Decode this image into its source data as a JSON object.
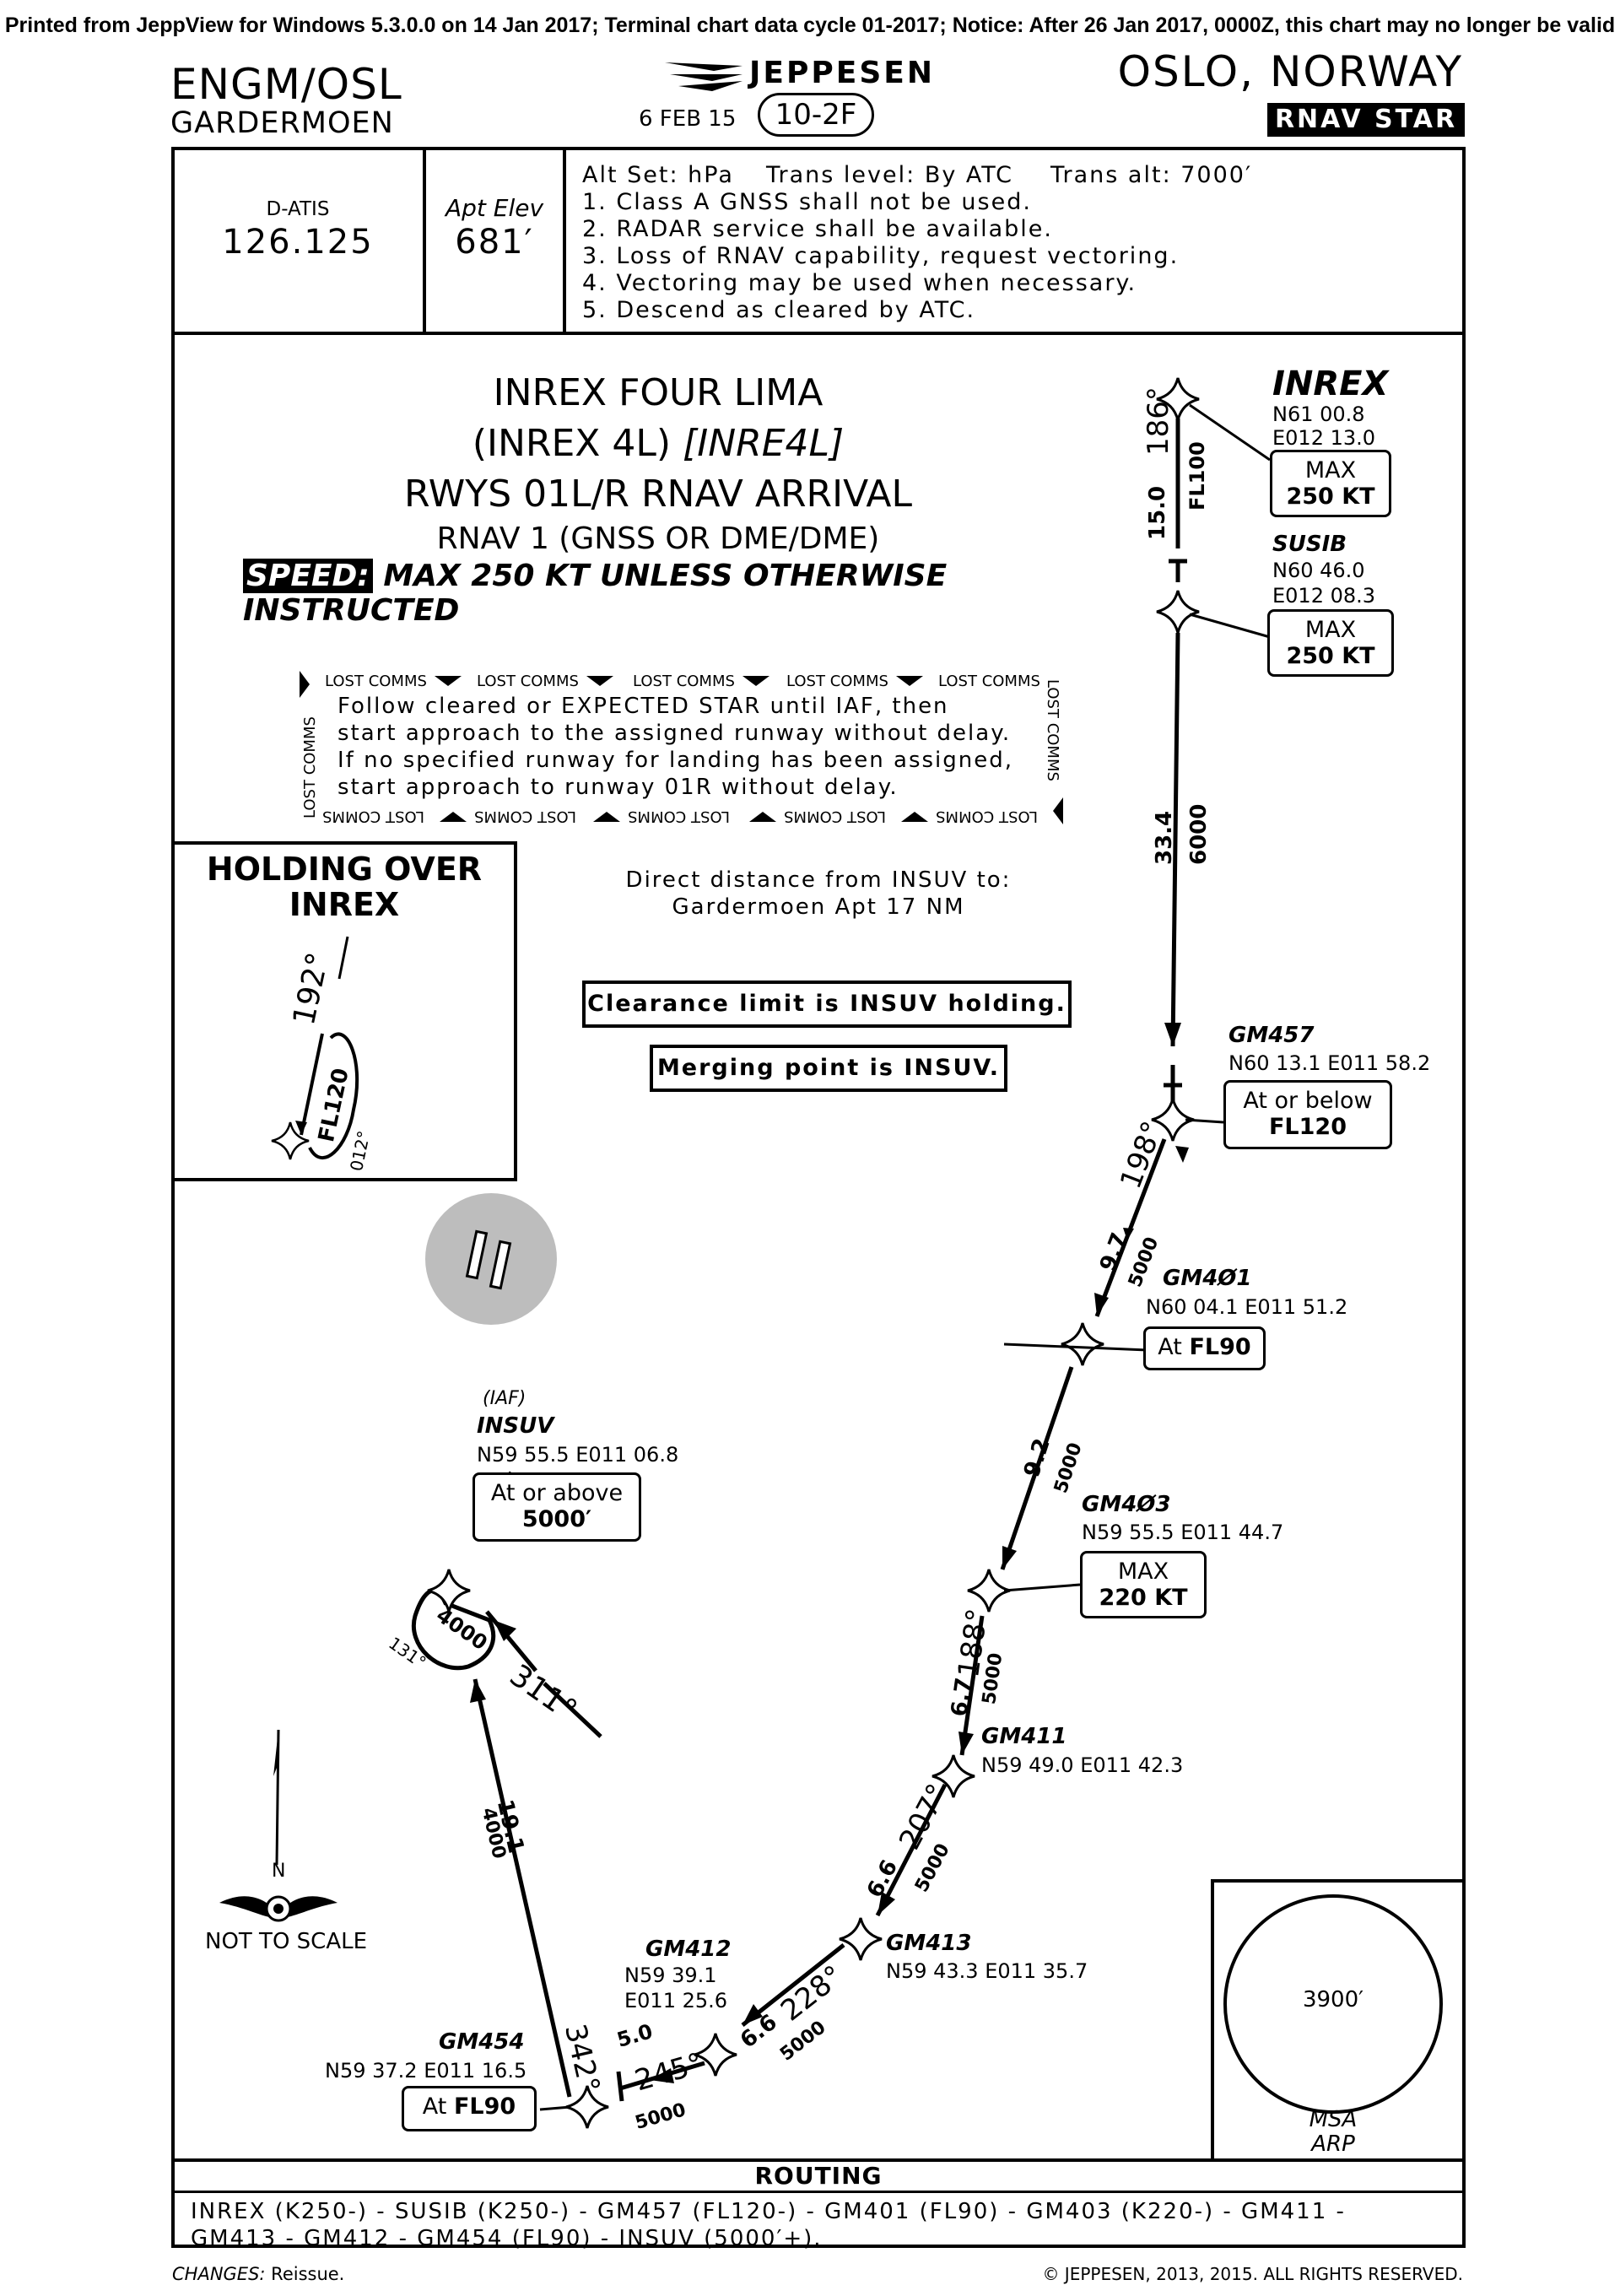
{
  "banner": "Printed from JeppView for Windows 5.3.0.0 on 14 Jan 2017; Terminal chart data cycle 01-2017; Notice: After 26 Jan 2017, 0000Z, this chart may no longer be valid",
  "header": {
    "icao_iata": "ENGM/OSL",
    "airport": "GARDERMOEN",
    "brand": "JEPPESEN",
    "date": "6 FEB 15",
    "chart_no": "10-2F",
    "city": "OSLO, NORWAY",
    "chart_type": "RNAV STAR"
  },
  "info": {
    "atis_label": "D-ATIS",
    "atis_freq": "126.125",
    "elev_label": "Apt Elev",
    "elev_value": "681′",
    "altset": "Alt Set: hPa",
    "translevel": "Trans level: By ATC",
    "transalt": "Trans alt: 7000′",
    "notes": [
      "1. Class A GNSS shall not be used.",
      "2. RADAR service shall be available.",
      "3. Loss of RNAV capability, request vectoring.",
      "4. Vectoring may be used when necessary.",
      "5. Descend as cleared by ATC."
    ]
  },
  "procedure": {
    "name": "INREX FOUR LIMA",
    "short": "(INREX 4L)",
    "code": "[INRE4L]",
    "runways": "RWYS 01L/R RNAV ARRIVAL",
    "nav": "RNAV 1 (GNSS OR DME/DME)",
    "speed_tag": "SPEED:",
    "speed_text": "MAX 250 KT UNLESS OTHERWISE INSTRUCTED"
  },
  "lost_comms": {
    "tag": "LOST COMMS",
    "lines": [
      "Follow cleared or EXPECTED STAR until IAF, then",
      "start approach to the assigned runway without delay.",
      "If no specified runway for landing has been assigned,",
      "start approach to runway 01R without delay."
    ]
  },
  "holding": {
    "title_1": "HOLDING OVER",
    "title_2": "INREX",
    "inbound": "192°",
    "outbound": "012°",
    "level": "FL120"
  },
  "direct": {
    "line1": "Direct distance from INSUV to:",
    "line2": "Gardermoen Apt   17 NM"
  },
  "clearance": "Clearance limit is INSUV holding.",
  "merging": "Merging point is INSUV.",
  "fixes": {
    "inrex": {
      "name": "INREX",
      "lat": "N61 00.8",
      "lon": "E012 13.0",
      "limit_1": "MAX",
      "limit_2": "250 KT"
    },
    "susib": {
      "name": "SUSIB",
      "lat": "N60 46.0",
      "lon": "E012 08.3",
      "limit_1": "MAX",
      "limit_2": "250 KT"
    },
    "gm457": {
      "name": "GM457",
      "coord": "N60 13.1 E011 58.2",
      "limit_1": "At or below",
      "limit_2": "FL120"
    },
    "gm401": {
      "name": "GM4Ø1",
      "coord": "N60 04.1 E011 51.2",
      "limit_1": "At",
      "limit_2": "FL90"
    },
    "gm403": {
      "name": "GM4Ø3",
      "coord": "N59 55.5 E011 44.7",
      "limit_1": "MAX",
      "limit_2": "220 KT"
    },
    "gm411": {
      "name": "GM411",
      "coord": "N59 49.0 E011 42.3"
    },
    "gm413": {
      "name": "GM413",
      "coord": "N59 43.3 E011 35.7"
    },
    "gm412": {
      "name": "GM412",
      "lat": "N59 39.1",
      "lon": "E011 25.6"
    },
    "gm454": {
      "name": "GM454",
      "coord": "N59 37.2 E011 16.5",
      "limit_1": "At",
      "limit_2": "FL90"
    },
    "insuv": {
      "iaf": "(IAF)",
      "name": "INSUV",
      "coord": "N59 55.5 E011 06.8",
      "limit_1": "At or above",
      "limit_2": "5000′"
    }
  },
  "legs": {
    "inrex_susib": {
      "course": "186°",
      "dist": "15.0",
      "alt": "FL100"
    },
    "susib_gm457": {
      "dist": "33.4",
      "alt": "6000"
    },
    "gm457_gm401": {
      "course": "198°",
      "dist": "9.7",
      "alt": "5000"
    },
    "gm401_gm403": {
      "dist": "9.2",
      "alt": "5000"
    },
    "gm403_gm411": {
      "course": "188°",
      "dist": "6.7",
      "alt": "5000"
    },
    "gm411_gm413": {
      "course": "207°",
      "dist": "6.6",
      "alt": "5000"
    },
    "gm413_gm412": {
      "course": "228°",
      "dist": "6.6",
      "alt": "5000"
    },
    "gm412_gm454": {
      "course": "245°",
      "dist": "5.0",
      "alt": "5000"
    },
    "gm454_insuv": {
      "course": "342°",
      "dist": "19.1",
      "alt": "4000"
    },
    "insuv_hold": {
      "inbound": "311°",
      "outbound": "131°",
      "alt": "4000"
    }
  },
  "north": "N",
  "not_to_scale": "NOT TO SCALE",
  "msa": {
    "alt": "3900′",
    "label_1": "MSA",
    "label_2": "ARP"
  },
  "routing": {
    "title": "ROUTING",
    "line1": "INREX (K250-) - SUSIB (K250-) - GM457 (FL120-) - GM401 (FL90) - GM403 (K220-) - GM411 -",
    "line2": "GM413 - GM412 - GM454 (FL90) - INSUV (5000′+)."
  },
  "footer": {
    "changes_label": "CHANGES:",
    "changes": "Reissue.",
    "copyright": "© JEPPESEN, 2013, 2015. ALL RIGHTS RESERVED."
  }
}
